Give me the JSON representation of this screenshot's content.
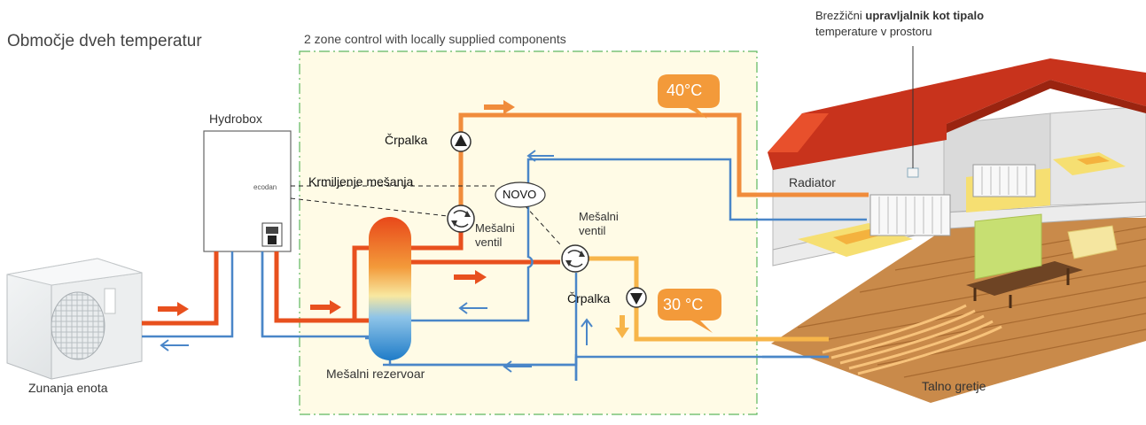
{
  "labels": {
    "title": "Območje dveh temperatur",
    "zone": "2 zone control with locally supplied components",
    "hydrobox": "Hydrobox",
    "pump_top": "Črpalka",
    "mixing_control": "Krmiljenje mešanja",
    "novo": "NOVO",
    "mixing_valve_1_line1": "Mešalni",
    "mixing_valve_1_line2": "ventil",
    "mixing_valve_2_line1": "Mešalni",
    "mixing_valve_2_line2": "ventil",
    "pump_bottom": "Črpalka",
    "temp_high": "40°C",
    "temp_low": "30 °C",
    "radiator": "Radiator",
    "wireless_prefix": "Brezžični",
    "wireless_bold": "upravljalnik kot tipalo",
    "wireless_line2": "temperature v prostoru",
    "tank": "Mešalni rezervoar",
    "outdoor_unit": "Zunanja enota",
    "floor_heating": "Talno gretje",
    "unit_brand": "ecodan"
  },
  "colors": {
    "hot_pipe": "#e8501e",
    "warm_pipe": "#f08c3c",
    "mild_pipe": "#f7b54a",
    "return_pipe": "#4a86c8",
    "zone_border": "#5fb85f",
    "zone_fill": "#fffbe6",
    "roof": "#c8331c",
    "floor": "#c98a4a",
    "bubble": "#f39a3a"
  }
}
